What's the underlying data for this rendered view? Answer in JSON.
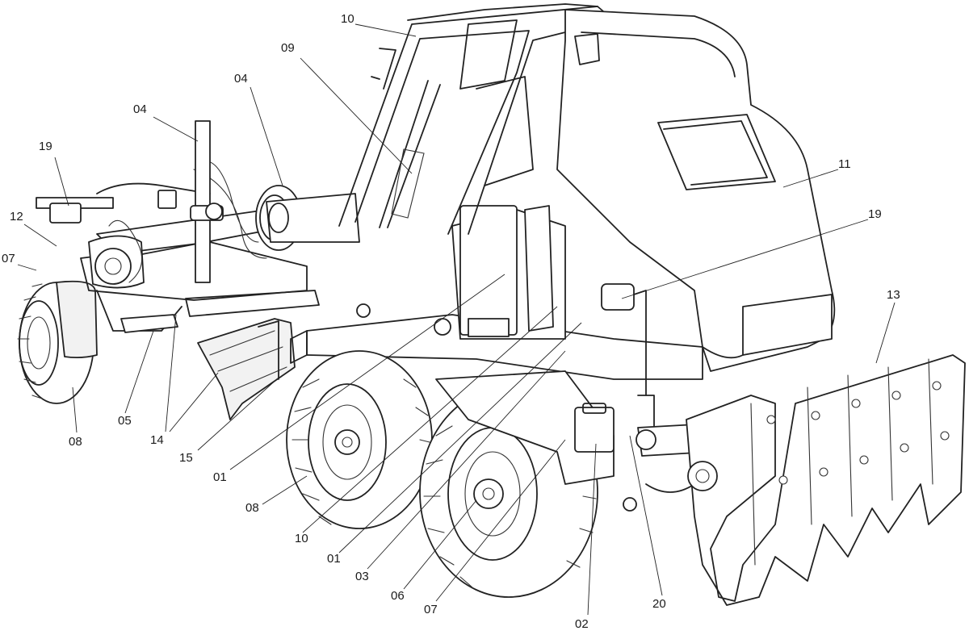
{
  "callouts": [
    {
      "id": "c10a",
      "text": "10"
    },
    {
      "id": "c09",
      "text": "09"
    },
    {
      "id": "c04a",
      "text": "04"
    },
    {
      "id": "c04b",
      "text": "04"
    },
    {
      "id": "c19a",
      "text": "19"
    },
    {
      "id": "c12",
      "text": "12"
    },
    {
      "id": "c07a",
      "text": "07"
    },
    {
      "id": "c11",
      "text": "11"
    },
    {
      "id": "c19b",
      "text": "19"
    },
    {
      "id": "c13",
      "text": "13"
    },
    {
      "id": "c05",
      "text": "05"
    },
    {
      "id": "c08a",
      "text": "08"
    },
    {
      "id": "c14",
      "text": "14"
    },
    {
      "id": "c15",
      "text": "15"
    },
    {
      "id": "c01a",
      "text": "01"
    },
    {
      "id": "c08b",
      "text": "08"
    },
    {
      "id": "c10b",
      "text": "10"
    },
    {
      "id": "c01b",
      "text": "01"
    },
    {
      "id": "c03",
      "text": "03"
    },
    {
      "id": "c06",
      "text": "06"
    },
    {
      "id": "c07b",
      "text": "07"
    },
    {
      "id": "c02",
      "text": "02"
    },
    {
      "id": "c20",
      "text": "20"
    }
  ]
}
